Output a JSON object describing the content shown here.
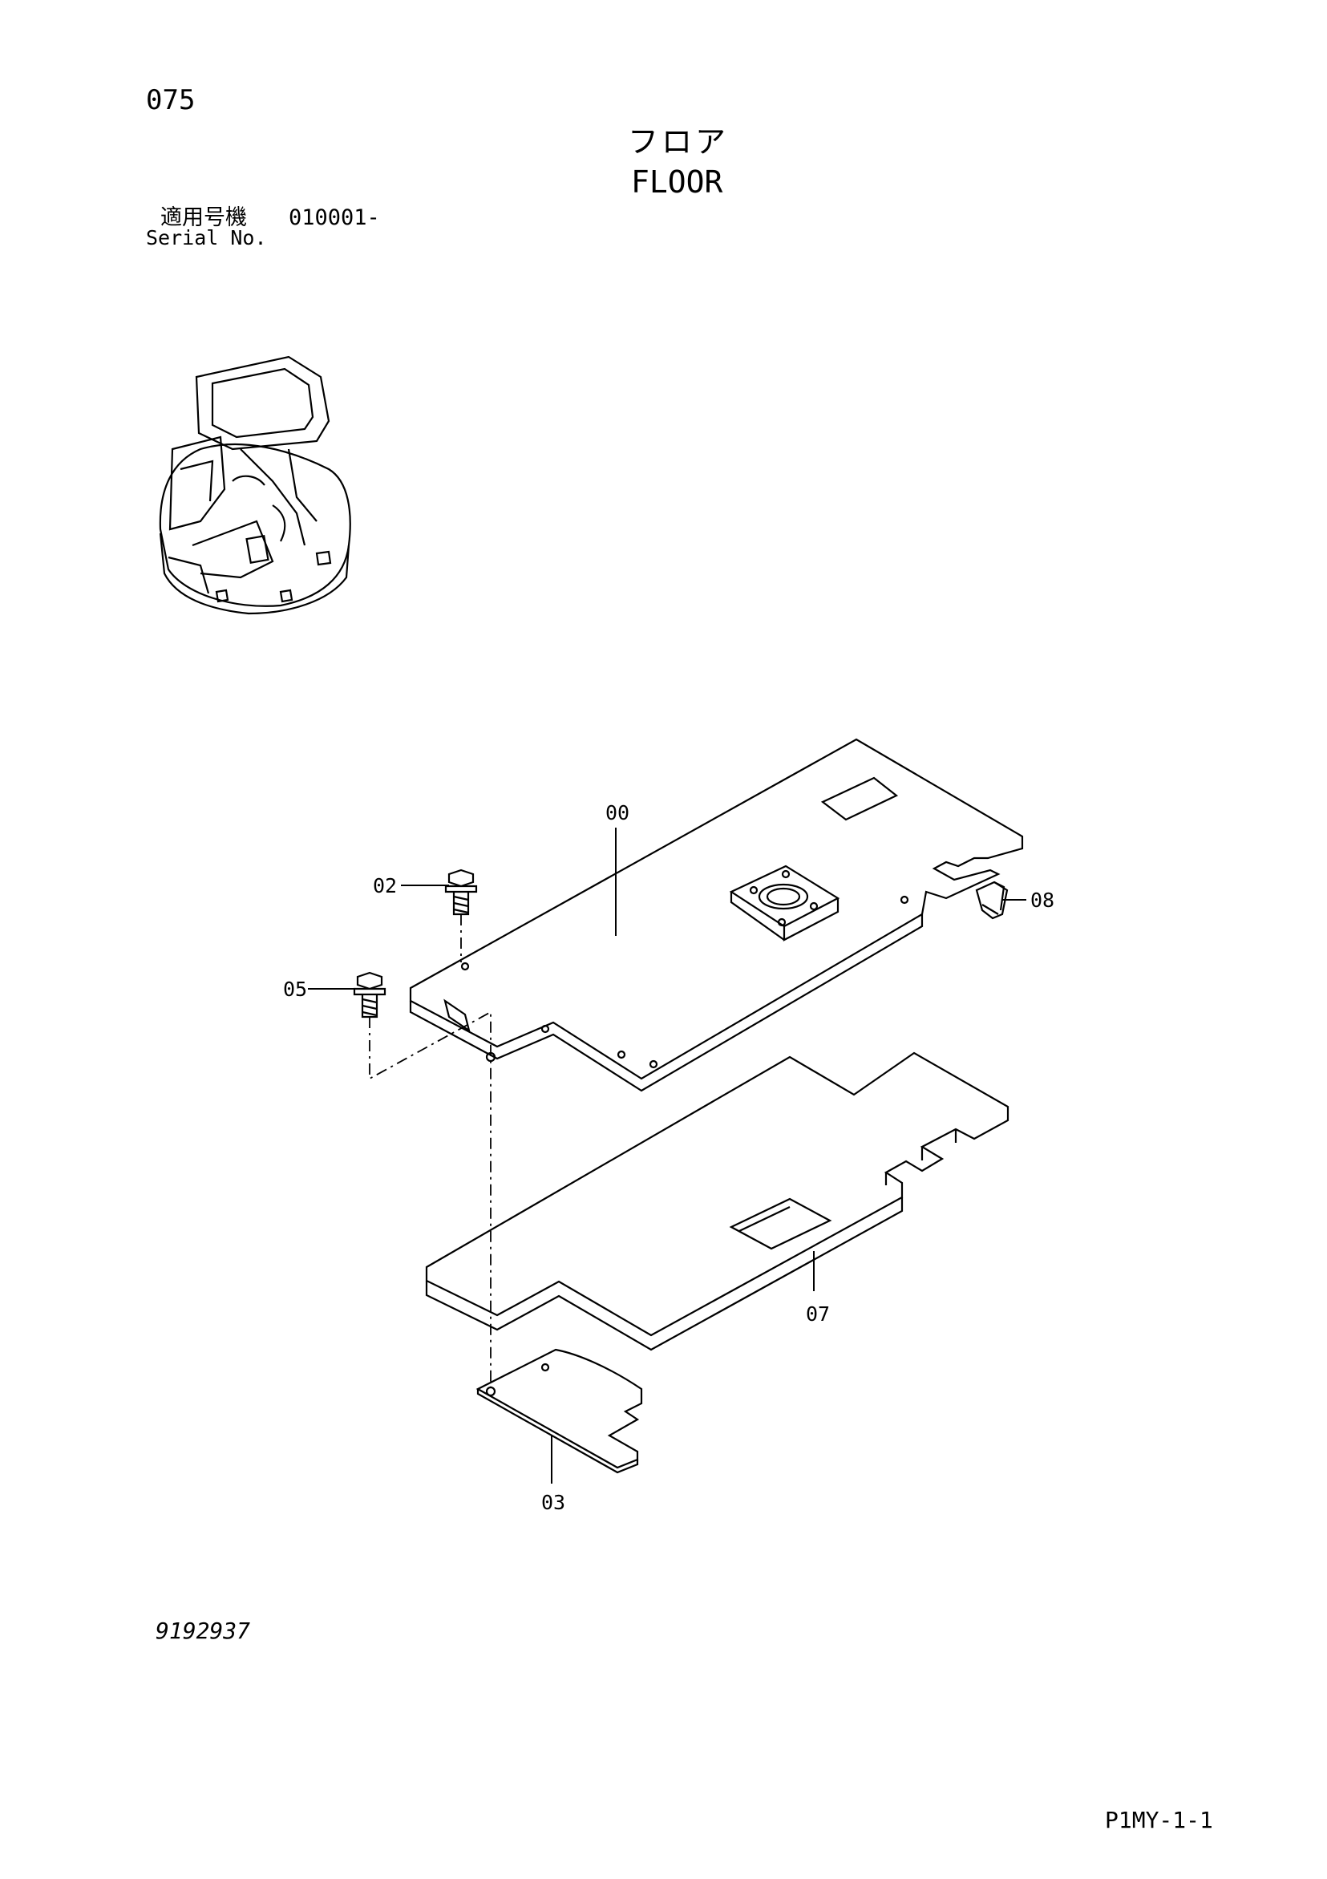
{
  "header": {
    "page_number": "075",
    "title_jp": "フロア",
    "title_en": "FLOOR",
    "serial_label_jp": "適用号機",
    "serial_value": "010001-",
    "serial_label_en": "Serial No."
  },
  "callouts": [
    "00",
    "02",
    "05",
    "08",
    "07",
    "03"
  ],
  "footer": {
    "drawing_code": "9192937",
    "reference": "P1MY-1-1"
  }
}
